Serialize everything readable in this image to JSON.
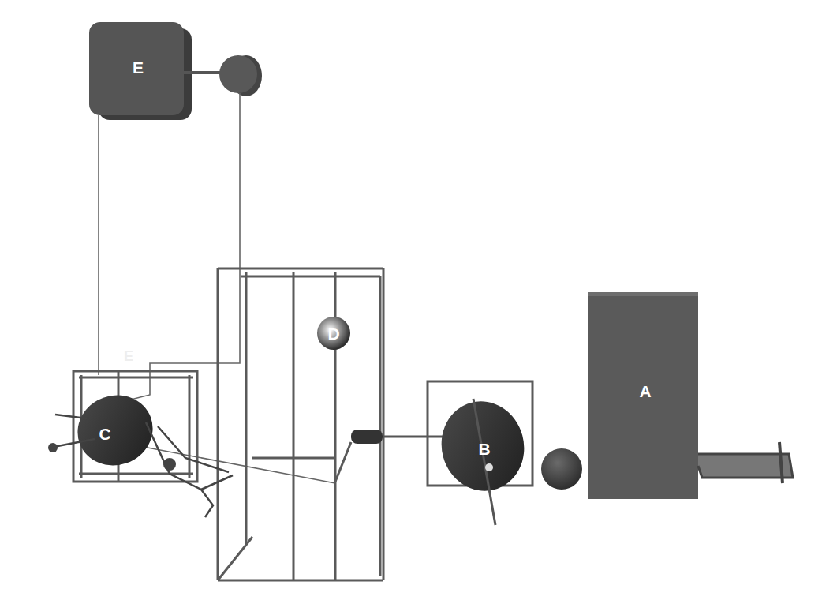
{
  "diagram": {
    "labels": [
      "E",
      "D",
      "E",
      "A",
      "C",
      "B"
    ]
  }
}
